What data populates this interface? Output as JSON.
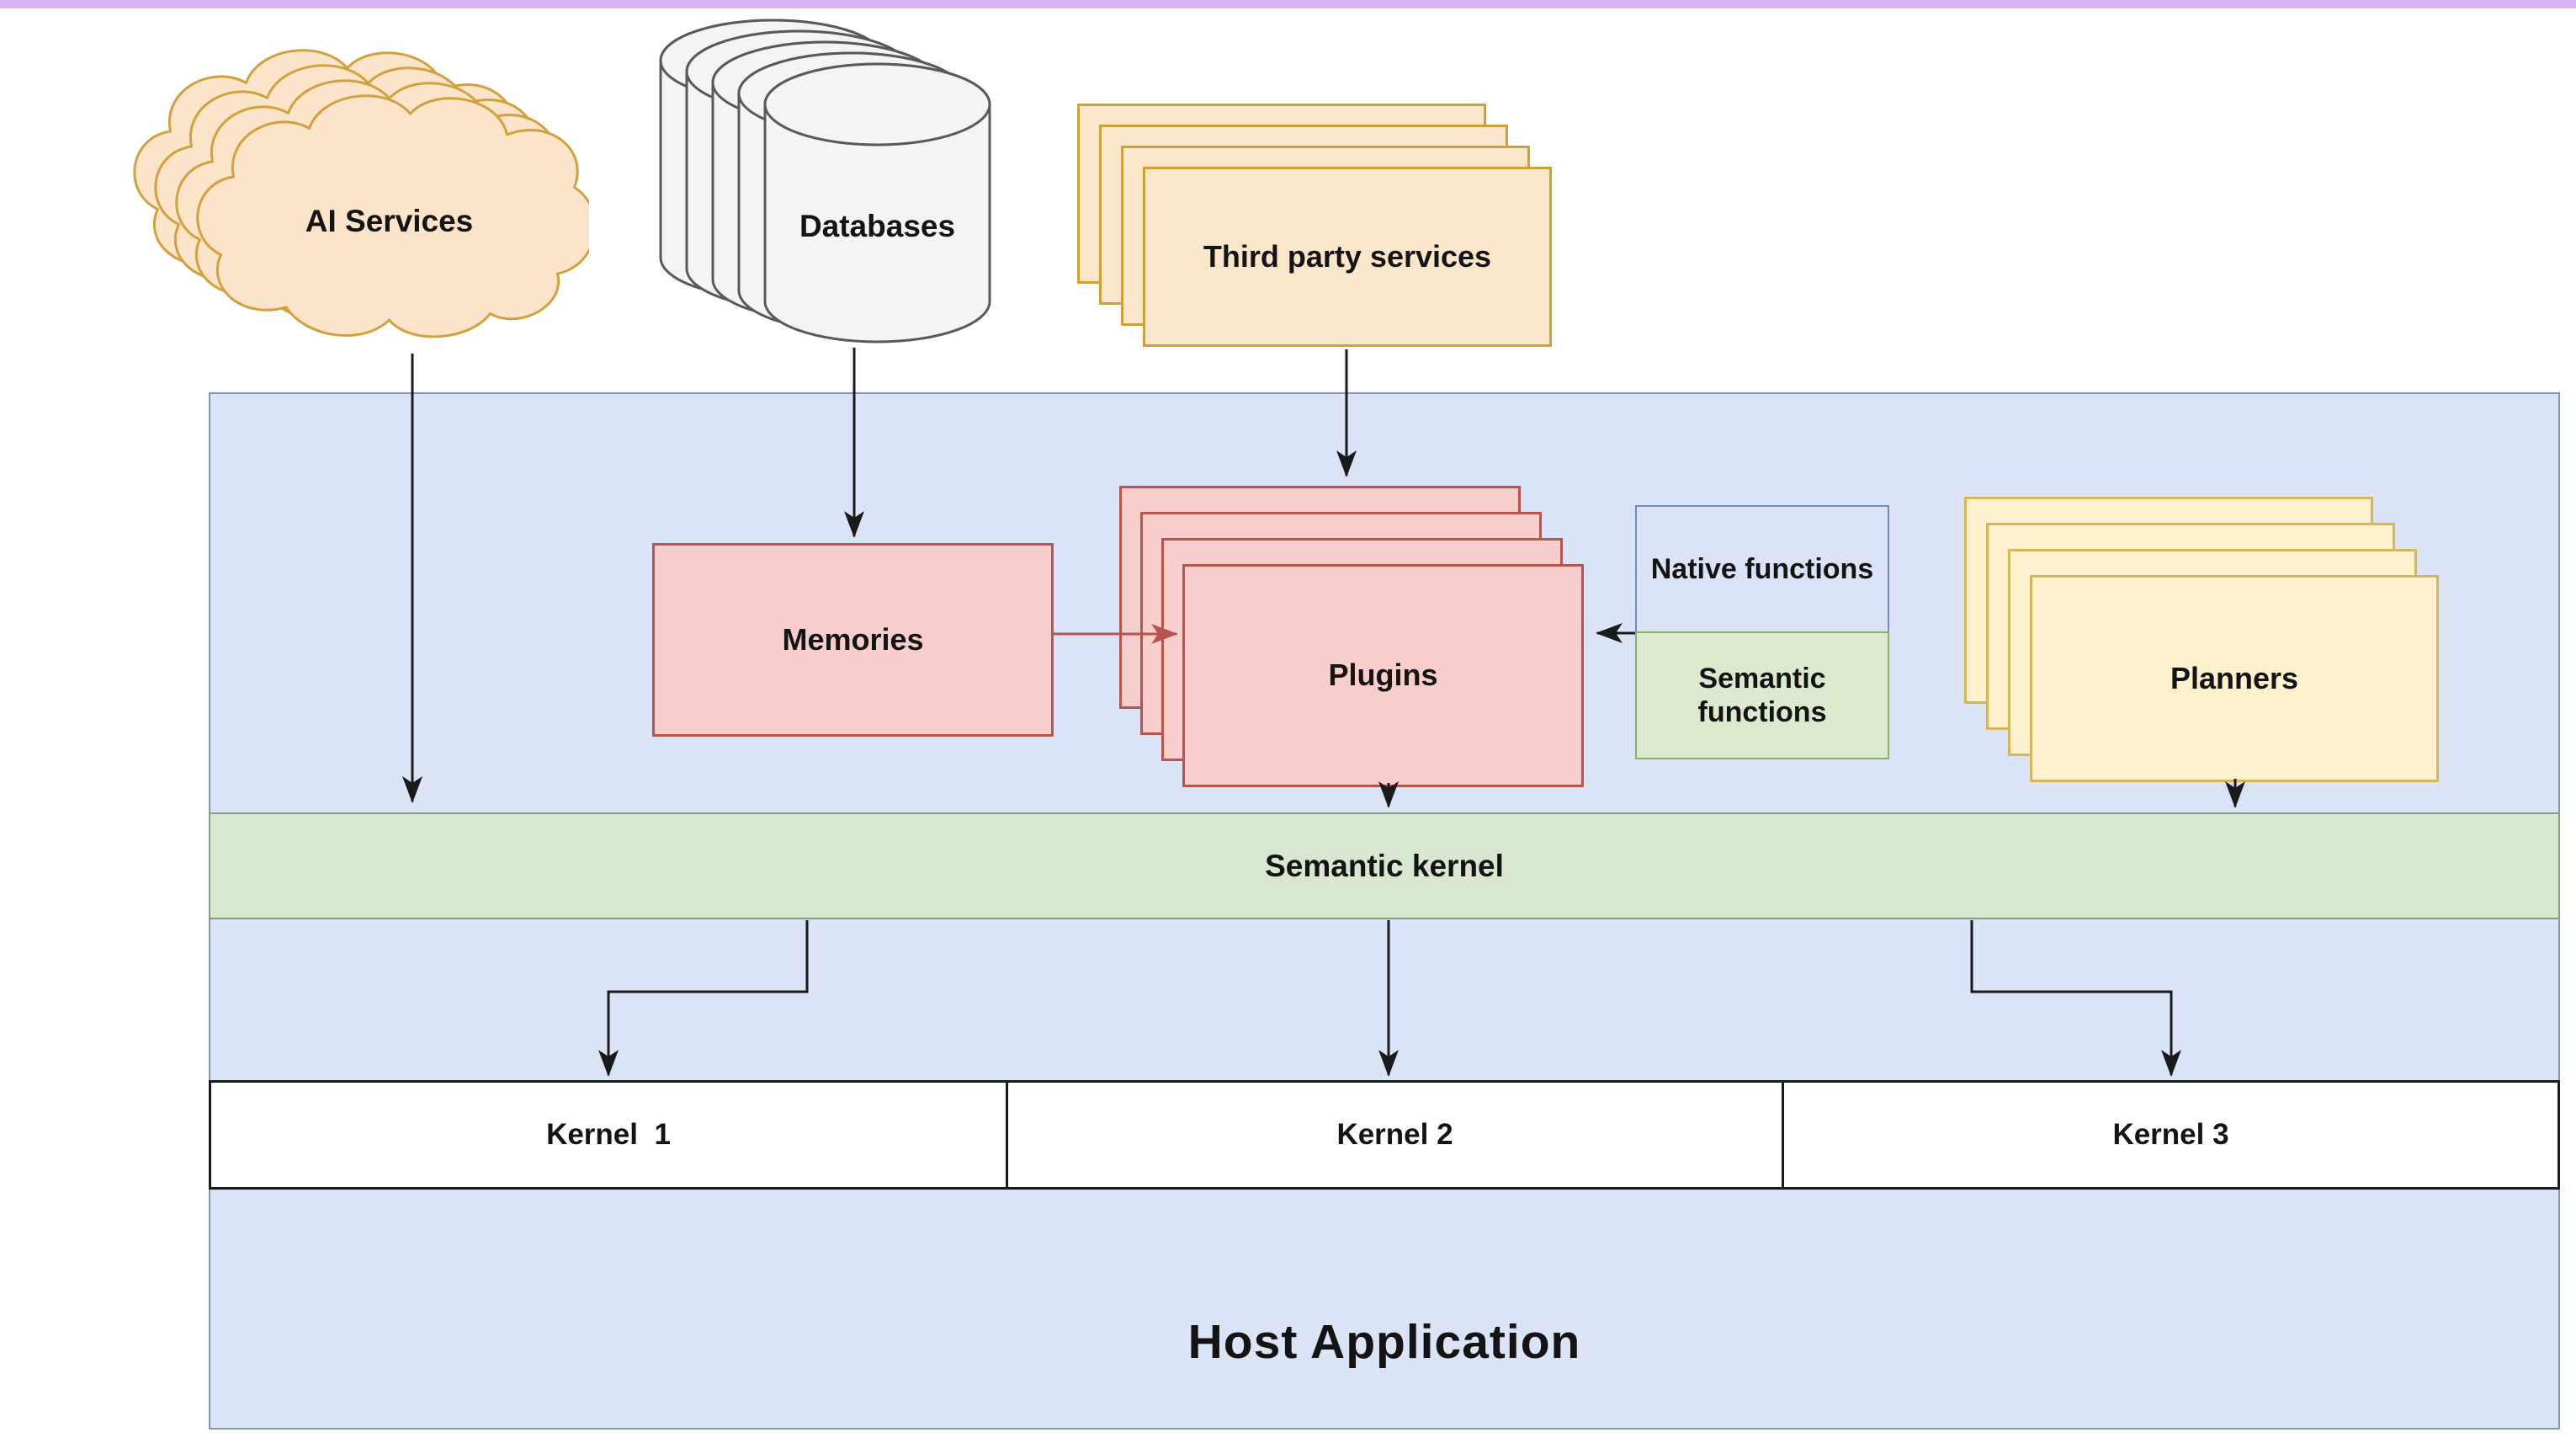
{
  "nodes": {
    "ai_services": {
      "label": "AI Services"
    },
    "databases": {
      "label": "Databases"
    },
    "third_party_services": {
      "label": "Third party services"
    },
    "memories": {
      "label": "Memories"
    },
    "plugins": {
      "label": "Plugins"
    },
    "native_functions": {
      "label": "Native functions"
    },
    "semantic_functions": {
      "label": "Semantic functions"
    },
    "planners": {
      "label": "Planners"
    },
    "semantic_kernel": {
      "label": "Semantic kernel"
    },
    "kernel_1": {
      "label": "Kernel  1"
    },
    "kernel_2": {
      "label": "Kernel 2"
    },
    "kernel_3": {
      "label": "Kernel 3"
    },
    "host_application": {
      "label": "Host Application"
    }
  },
  "edges": [
    {
      "from": "AI Services",
      "to": "Semantic kernel",
      "color": "#1a1a1a"
    },
    {
      "from": "Databases",
      "to": "Memories",
      "color": "#1a1a1a"
    },
    {
      "from": "Third party services",
      "to": "Plugins",
      "color": "#1a1a1a"
    },
    {
      "from": "Memories",
      "to": "Plugins",
      "color": "#b85450"
    },
    {
      "from": "Native functions / Semantic functions",
      "to": "Plugins",
      "color": "#1a1a1a"
    },
    {
      "from": "Plugins",
      "to": "Semantic kernel",
      "color": "#1a1a1a"
    },
    {
      "from": "Planners",
      "to": "Semantic kernel",
      "color": "#1a1a1a"
    },
    {
      "from": "Semantic kernel",
      "to": "Kernel  1",
      "color": "#1a1a1a"
    },
    {
      "from": "Semantic kernel",
      "to": "Kernel 2",
      "color": "#1a1a1a"
    },
    {
      "from": "Semantic kernel",
      "to": "Kernel 3",
      "color": "#1a1a1a"
    }
  ],
  "colors": {
    "top_accent": "#d7b3f2",
    "container_fill": "#dbe4f7",
    "container_border": "#8294b8",
    "green_fill": "#d7e7d0",
    "green_border": "#82b366",
    "pink_fill": "#f8cecc",
    "pink_border": "#b85450",
    "blue_fill": "#dbe4f7",
    "blue_border": "#6c8ebf",
    "yellow_fill": "#fdf2cd",
    "yellow_border": "#d6b656",
    "peach_fill": "#fbe5cb",
    "peach_border": "#d0a136",
    "cylinder_fill": "#f4f4f4",
    "cylinder_border": "#595959",
    "kernel_fill": "#ffffff",
    "kernel_border": "#1a1a1a",
    "arrow": "#1a1a1a",
    "arrow_red": "#b85450"
  }
}
